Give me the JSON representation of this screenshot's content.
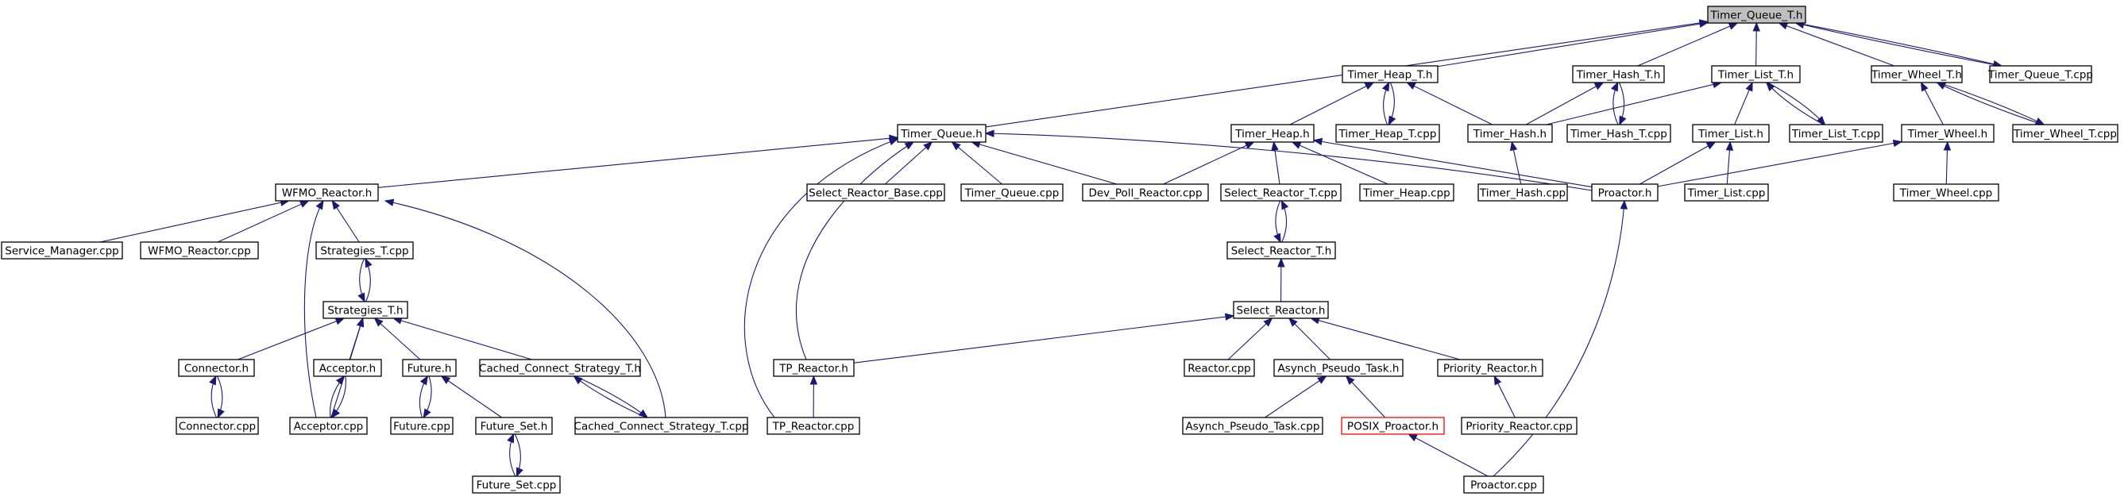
{
  "colors": {
    "edge": "#191970",
    "root_fill": "#bfbfbf",
    "node_border": "#000000",
    "highlight_border": "#ff0000"
  },
  "nodes": {
    "timer_queue_t_h": "Timer_Queue_T.h",
    "timer_heap_t_h": "Timer_Heap_T.h",
    "timer_hash_t_h": "Timer_Hash_T.h",
    "timer_list_t_h": "Timer_List_T.h",
    "timer_wheel_t_h": "Timer_Wheel_T.h",
    "timer_queue_t_cpp": "Timer_Queue_T.cpp",
    "timer_queue_h": "Timer_Queue.h",
    "timer_heap_h": "Timer_Heap.h",
    "timer_heap_t_cpp": "Timer_Heap_T.cpp",
    "timer_hash_h": "Timer_Hash.h",
    "timer_hash_t_cpp": "Timer_Hash_T.cpp",
    "timer_list_h": "Timer_List.h",
    "timer_list_t_cpp": "Timer_List_T.cpp",
    "timer_wheel_h": "Timer_Wheel.h",
    "timer_wheel_t_cpp": "Timer_Wheel_T.cpp",
    "wfmo_reactor_h": "WFMO_Reactor.h",
    "select_reactor_base_cpp": "Select_Reactor_Base.cpp",
    "timer_queue_cpp": "Timer_Queue.cpp",
    "dev_poll_reactor_cpp": "Dev_Poll_Reactor.cpp",
    "select_reactor_t_cpp": "Select_Reactor_T.cpp",
    "timer_heap_cpp": "Timer_Heap.cpp",
    "timer_hash_cpp": "Timer_Hash.cpp",
    "proactor_h": "Proactor.h",
    "timer_list_cpp": "Timer_List.cpp",
    "timer_wheel_cpp": "Timer_Wheel.cpp",
    "service_manager_cpp": "Service_Manager.cpp",
    "wfmo_reactor_cpp": "WFMO_Reactor.cpp",
    "strategies_t_cpp": "Strategies_T.cpp",
    "select_reactor_t_h": "Select_Reactor_T.h",
    "strategies_t_h": "Strategies_T.h",
    "select_reactor_h": "Select_Reactor.h",
    "connector_h": "Connector.h",
    "acceptor_h": "Acceptor.h",
    "future_h": "Future.h",
    "cached_connect_strategy_t_h": "Cached_Connect_Strategy_T.h",
    "tp_reactor_h": "TP_Reactor.h",
    "reactor_cpp": "Reactor.cpp",
    "asynch_pseudo_task_h": "Asynch_Pseudo_Task.h",
    "priority_reactor_h": "Priority_Reactor.h",
    "connector_cpp": "Connector.cpp",
    "acceptor_cpp": "Acceptor.cpp",
    "future_cpp": "Future.cpp",
    "future_set_h": "Future_Set.h",
    "cached_connect_strategy_t_cpp": "Cached_Connect_Strategy_T.cpp",
    "tp_reactor_cpp": "TP_Reactor.cpp",
    "asynch_pseudo_task_cpp": "Asynch_Pseudo_Task.cpp",
    "posix_proactor_h": "POSIX_Proactor.h",
    "priority_reactor_cpp": "Priority_Reactor.cpp",
    "future_set_cpp": "Future_Set.cpp",
    "proactor_cpp": "Proactor.cpp"
  },
  "edges": [
    [
      "timer_heap_t_h",
      "timer_queue_t_h"
    ],
    [
      "timer_hash_t_h",
      "timer_queue_t_h"
    ],
    [
      "timer_list_t_h",
      "timer_queue_t_h"
    ],
    [
      "timer_wheel_t_h",
      "timer_queue_t_h"
    ],
    [
      "timer_queue_t_cpp",
      "timer_queue_t_h"
    ],
    [
      "timer_queue_t_h",
      "timer_queue_t_cpp"
    ],
    [
      "timer_queue_h",
      "timer_queue_t_h"
    ],
    [
      "timer_heap_t_cpp",
      "timer_heap_t_h"
    ],
    [
      "timer_heap_t_h",
      "timer_heap_t_cpp"
    ],
    [
      "timer_heap_h",
      "timer_heap_t_h"
    ],
    [
      "timer_hash_h",
      "timer_heap_t_h"
    ],
    [
      "timer_hash_t_cpp",
      "timer_hash_t_h"
    ],
    [
      "timer_hash_t_h",
      "timer_hash_t_cpp"
    ],
    [
      "timer_hash_h",
      "timer_hash_t_h"
    ],
    [
      "timer_hash_h",
      "timer_list_t_h"
    ],
    [
      "timer_list_h",
      "timer_list_t_h"
    ],
    [
      "timer_list_t_cpp",
      "timer_list_t_h"
    ],
    [
      "timer_list_t_h",
      "timer_list_t_cpp"
    ],
    [
      "timer_wheel_h",
      "timer_wheel_t_h"
    ],
    [
      "timer_wheel_t_cpp",
      "timer_wheel_t_h"
    ],
    [
      "timer_wheel_t_h",
      "timer_wheel_t_cpp"
    ],
    [
      "wfmo_reactor_h",
      "timer_queue_h"
    ],
    [
      "select_reactor_base_cpp",
      "timer_queue_h"
    ],
    [
      "timer_queue_cpp",
      "timer_queue_h"
    ],
    [
      "dev_poll_reactor_cpp",
      "timer_queue_h"
    ],
    [
      "proactor_h",
      "timer_queue_h"
    ],
    [
      "tp_reactor_h",
      "timer_queue_h"
    ],
    [
      "tp_reactor_cpp",
      "timer_queue_h"
    ],
    [
      "acceptor_cpp",
      "wfmo_reactor_h"
    ],
    [
      "dev_poll_reactor_cpp",
      "timer_heap_h"
    ],
    [
      "select_reactor_t_cpp",
      "timer_heap_h"
    ],
    [
      "timer_heap_cpp",
      "timer_heap_h"
    ],
    [
      "proactor_h",
      "timer_heap_h"
    ],
    [
      "timer_hash_cpp",
      "timer_hash_h"
    ],
    [
      "proactor_h",
      "timer_list_h"
    ],
    [
      "timer_list_cpp",
      "timer_list_h"
    ],
    [
      "proactor_h",
      "timer_wheel_h"
    ],
    [
      "timer_wheel_cpp",
      "timer_wheel_h"
    ],
    [
      "service_manager_cpp",
      "wfmo_reactor_h"
    ],
    [
      "wfmo_reactor_cpp",
      "wfmo_reactor_h"
    ],
    [
      "strategies_t_cpp",
      "wfmo_reactor_h"
    ],
    [
      "cached_connect_strategy_t_cpp",
      "wfmo_reactor_h"
    ],
    [
      "strategies_t_h",
      "strategies_t_cpp"
    ],
    [
      "strategies_t_cpp",
      "strategies_t_h"
    ],
    [
      "select_reactor_t_h",
      "select_reactor_t_cpp"
    ],
    [
      "select_reactor_t_cpp",
      "select_reactor_t_h"
    ],
    [
      "select_reactor_h",
      "select_reactor_t_h"
    ],
    [
      "connector_h",
      "strategies_t_h"
    ],
    [
      "acceptor_h",
      "strategies_t_h"
    ],
    [
      "future_h",
      "strategies_t_h"
    ],
    [
      "cached_connect_strategy_t_h",
      "strategies_t_h"
    ],
    [
      "acceptor_cpp",
      "strategies_t_h"
    ],
    [
      "tp_reactor_h",
      "select_reactor_h"
    ],
    [
      "reactor_cpp",
      "select_reactor_h"
    ],
    [
      "asynch_pseudo_task_h",
      "select_reactor_h"
    ],
    [
      "priority_reactor_h",
      "select_reactor_h"
    ],
    [
      "connector_cpp",
      "connector_h"
    ],
    [
      "connector_h",
      "connector_cpp"
    ],
    [
      "acceptor_cpp",
      "acceptor_h"
    ],
    [
      "acceptor_h",
      "acceptor_cpp"
    ],
    [
      "future_cpp",
      "future_h"
    ],
    [
      "future_h",
      "future_cpp"
    ],
    [
      "future_set_h",
      "future_h"
    ],
    [
      "cached_connect_strategy_t_cpp",
      "cached_connect_strategy_t_h"
    ],
    [
      "cached_connect_strategy_t_h",
      "cached_connect_strategy_t_cpp"
    ],
    [
      "tp_reactor_cpp",
      "tp_reactor_h"
    ],
    [
      "asynch_pseudo_task_cpp",
      "asynch_pseudo_task_h"
    ],
    [
      "posix_proactor_h",
      "asynch_pseudo_task_h"
    ],
    [
      "priority_reactor_cpp",
      "priority_reactor_h"
    ],
    [
      "future_set_cpp",
      "future_set_h"
    ],
    [
      "future_set_h",
      "future_set_cpp"
    ],
    [
      "proactor_cpp",
      "posix_proactor_h"
    ],
    [
      "proactor_cpp",
      "proactor_h"
    ]
  ]
}
